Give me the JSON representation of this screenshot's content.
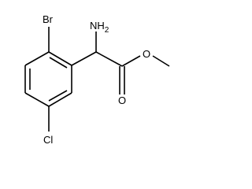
{
  "molecule": {
    "atoms": {
      "bromine": "Br",
      "amine": "NH",
      "amine_subscript": "2",
      "ether_oxygen": "O",
      "carbonyl_oxygen": "O",
      "chlorine": "Cl"
    }
  }
}
